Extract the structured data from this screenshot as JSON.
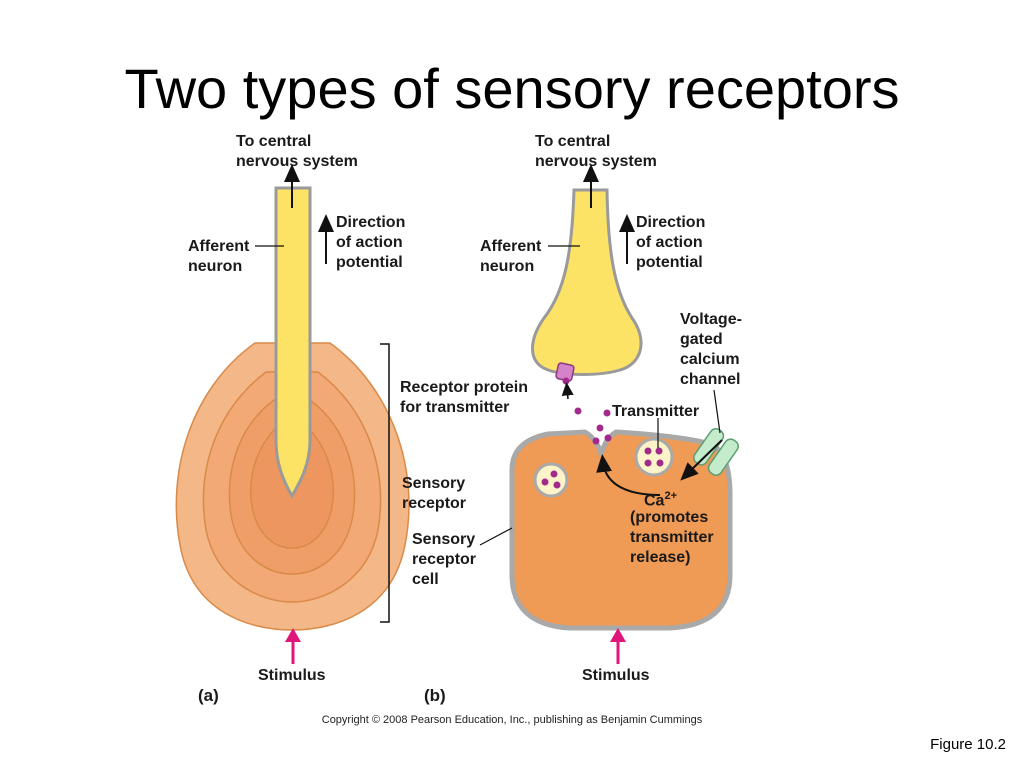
{
  "title": "Two types of sensory receptors",
  "panel_a": {
    "letter": "(a)",
    "cns_label": [
      "To central",
      "nervous system"
    ],
    "direction_label": [
      "Direction",
      "of action",
      "potential"
    ],
    "afferent_label": [
      "Afferent",
      "neuron"
    ],
    "receptor_label": [
      "Sensory",
      "receptor"
    ],
    "stimulus_label": "Stimulus"
  },
  "panel_b": {
    "letter": "(b)",
    "cns_label": [
      "To central",
      "nervous system"
    ],
    "direction_label": [
      "Direction",
      "of action",
      "potential"
    ],
    "afferent_label": [
      "Afferent",
      "neuron"
    ],
    "receptor_protein_label": [
      "Receptor protein",
      "for transmitter"
    ],
    "transmitter_label": "Transmitter",
    "channel_label": [
      "Voltage-",
      "gated",
      "calcium",
      "channel"
    ],
    "ca_label": "Ca",
    "ca_charge": "2+",
    "ca_note": [
      "(promotes",
      "transmitter",
      "release)"
    ],
    "receptor_cell_label": [
      "Sensory",
      "receptor",
      "cell"
    ],
    "stimulus_label": "Stimulus"
  },
  "copyright": "Copyright © 2008 Pearson Education, Inc., publishing as Benjamin Cummings",
  "figure_ref": "Figure 10.2",
  "colors": {
    "axon_fill": "#fce265",
    "axon_outline": "#9a9a9a",
    "receptor_outer": "#f4b787",
    "receptor_inner": "#ee9a60",
    "cell_fill": "#ef9a55",
    "vesicle_fill": "#fdf3c8",
    "transmitter_dot": "#a22a8a",
    "stimulus_arrow": "#e0167a",
    "channel_fill": "#c5ebcd",
    "receptor_protein": "#d483c8"
  }
}
